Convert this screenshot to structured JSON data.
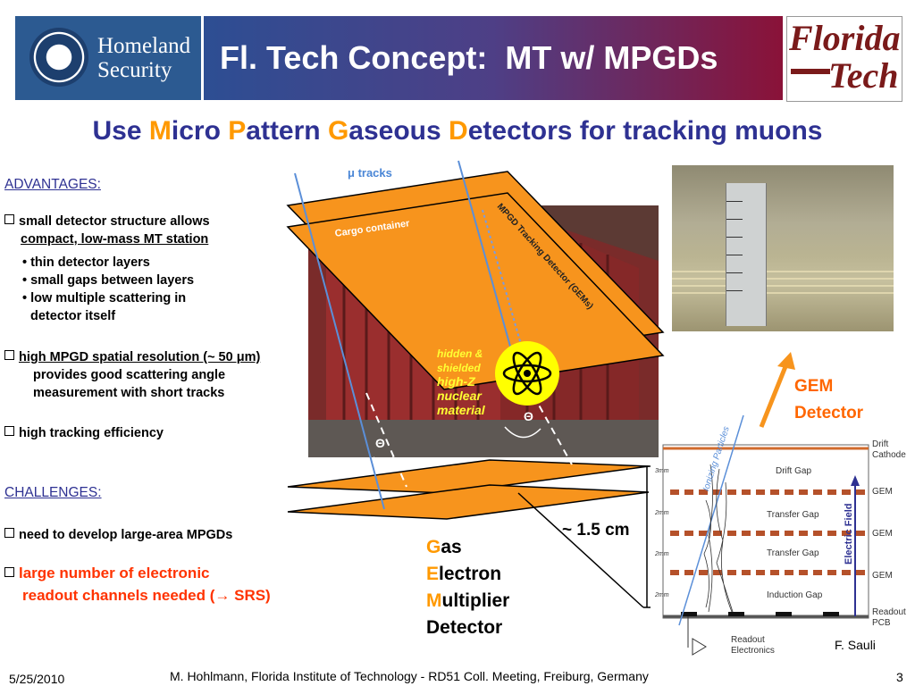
{
  "header": {
    "left_logo_text": [
      "Homeland",
      "Security"
    ],
    "title": "Fl. Tech Concept:  MT w/ MPGDs",
    "right_logo_text": [
      "Florida",
      "Tech"
    ]
  },
  "subtitle": {
    "p1": "Use ",
    "p2": "M",
    "p3": "icro ",
    "p4": "P",
    "p5": "attern ",
    "p6": "G",
    "p7": "aseous ",
    "p8": "D",
    "p9": "etectors for tracking muons"
  },
  "advantages": {
    "heading": "ADVANTAGES:",
    "item1": [
      "small detector structure allows",
      "compact, low-mass MT station"
    ],
    "sub": [
      "• thin detector layers",
      "• small gaps between layers",
      "• low multiple scattering in",
      "detector itself"
    ],
    "item2": [
      "high MPGD spatial resolution (~ 50 μm)",
      "provides good scattering angle",
      "measurement with short tracks"
    ],
    "item3": "high tracking efficiency"
  },
  "challenges": {
    "heading": "CHALLENGES:",
    "item1": "need to develop large-area MPGDs",
    "item2": [
      "large number of electronic",
      "readout channels needed (→ SRS)"
    ]
  },
  "diagram": {
    "mu_tracks": "μ tracks",
    "cargo": "Cargo container",
    "tracking_detector": "MPGD Tracking Detector (GEMs)",
    "hidden": [
      "hidden &",
      "shielded"
    ],
    "highz": [
      "high-Z",
      "nuclear",
      "material"
    ],
    "theta": "Θ",
    "cm": "~ 1.5 cm",
    "gas": [
      [
        "G",
        "as"
      ],
      [
        "E",
        "lectron"
      ],
      [
        "M",
        "ultiplier"
      ],
      [
        "",
        "Detector"
      ]
    ],
    "gem_label": [
      "GEM",
      "Detector"
    ],
    "gem_stack": {
      "labels_right": [
        "Drift",
        "Cathode",
        "GEM",
        "GEM",
        "GEM",
        "Readout",
        "PCB"
      ],
      "gap_labels": [
        "Drift Gap",
        "Transfer Gap",
        "Transfer Gap",
        "Induction Gap"
      ],
      "dims": [
        "3mm",
        "2mm",
        "2mm",
        "2mm"
      ],
      "ionizing": "Ionizing Particles",
      "field": "Electric Field",
      "readout": [
        "Readout",
        "Electronics"
      ]
    },
    "credit": "F. Sauli"
  },
  "footer": {
    "date": "5/25/2010",
    "center": "M. Hohlmann, Florida Institute of Technology - RD51 Coll. Meeting, Freiburg, Germany",
    "page": "3"
  }
}
